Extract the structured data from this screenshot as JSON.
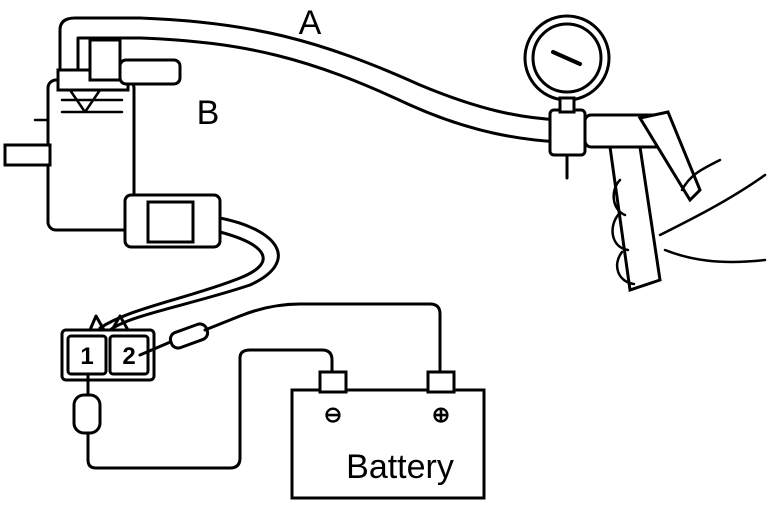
{
  "callouts": {
    "hose": "A",
    "valve": "B"
  },
  "connector": {
    "terminal_1": "1",
    "terminal_2": "2"
  },
  "battery": {
    "label": "Battery",
    "negative_sign": "⊖",
    "positive_sign": "⊕"
  }
}
